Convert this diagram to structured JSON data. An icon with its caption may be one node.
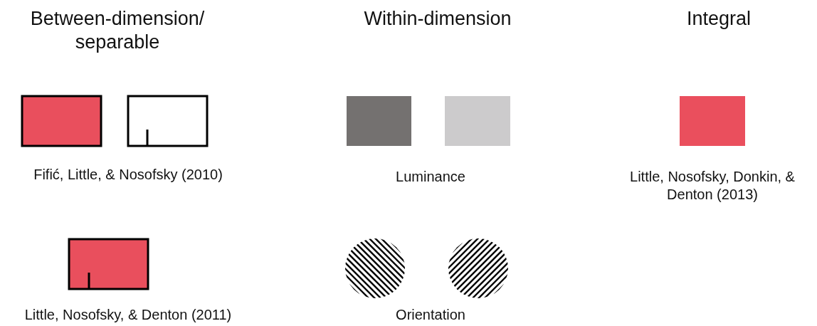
{
  "diagram": {
    "nodes": [
      {
        "text": [],
        "shape": "box"
      },
      {
        "text": [],
        "shape": "box"
      },
      {
        "text": [],
        "shape": "box"
      },
      {
        "text": [],
        "shape": "box"
      },
      {
        "text": [],
        "shape": "box"
      },
      {
        "text": [],
        "shape": "box"
      },
      {
        "text": [],
        "shape": "circle"
      },
      {
        "text": [],
        "shape": "circle"
      }
    ],
    "labels": [
      "Between-dimension/ separable",
      "Within-dimension",
      "Integral",
      "Fifić, Little, & Nosofsky (2010)",
      "Luminance",
      "Little, Nosofsky, Donkin, & Denton (2013)",
      "Little, Nosofsky, & Denton (2011)",
      "Orientation"
    ]
  }
}
